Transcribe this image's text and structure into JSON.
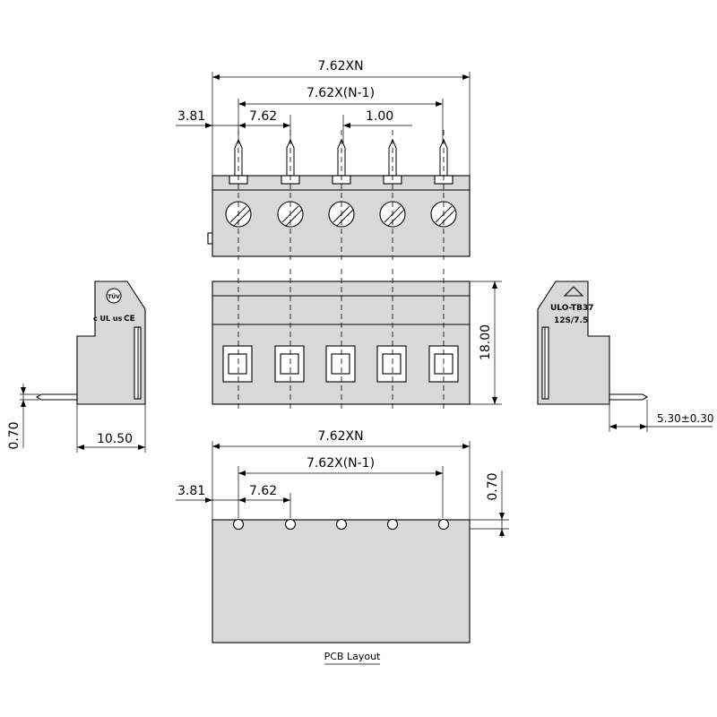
{
  "dimensions": {
    "top_total_width": "7.62XN",
    "top_pitch_span": "7.62X(N-1)",
    "top_edge_offset": "3.81",
    "top_pitch": "7.62",
    "top_pin_width": "1.00",
    "front_height": "18.00",
    "side_pin_offset": "0.70",
    "side_depth": "10.50",
    "side_pin_length": "5.30±0.30",
    "pcb_total_width": "7.62XN",
    "pcb_pitch_span": "7.62X(N-1)",
    "pcb_edge_offset": "3.81",
    "pcb_pitch": "7.62",
    "pcb_hole_offset": "0.70"
  },
  "markings": {
    "tuv_logo_text": "TÜV",
    "ul_mark_text": "c UL us",
    "ce_mark_text": "CE",
    "model_text": "ULO-TB37",
    "rating_text": "12S/7.5"
  },
  "labels": {
    "pcb_layout": "PCB Layout"
  },
  "positions": 5
}
